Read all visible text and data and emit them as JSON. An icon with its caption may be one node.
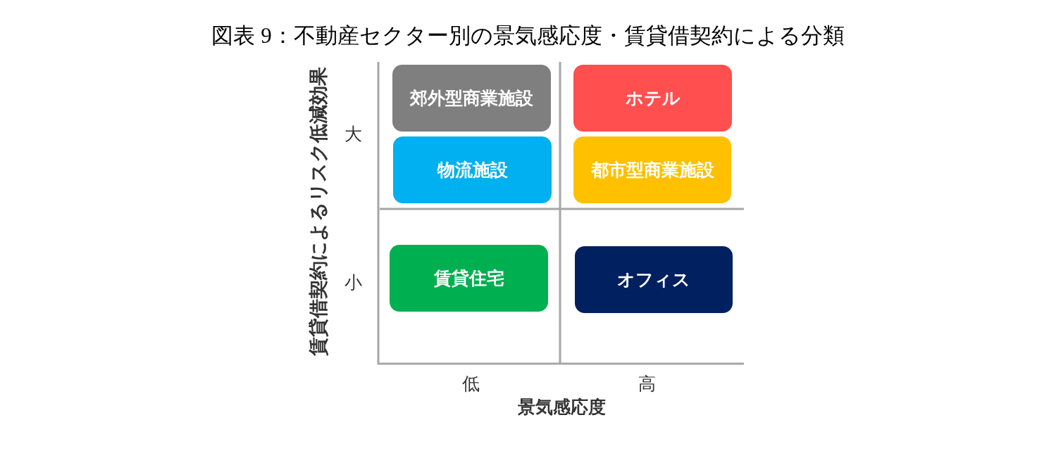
{
  "diagram": {
    "title": "図表 9：不動産セクター別の景気感応度・賃貸借契約による分類",
    "nodes": [
      {
        "text": [
          "郊外型商業施設"
        ]
      },
      {
        "text": [
          "ホテル"
        ]
      },
      {
        "text": [
          "物流施設"
        ]
      },
      {
        "text": [
          "都市型商業施設"
        ]
      },
      {
        "text": [
          "賃貸住宅"
        ]
      },
      {
        "text": [
          "オフィス"
        ]
      }
    ],
    "edges": [],
    "labels": [
      "賃貸借契約によるリスク低減効果",
      "大",
      "小",
      "低",
      "高",
      "景気感応度"
    ]
  }
}
